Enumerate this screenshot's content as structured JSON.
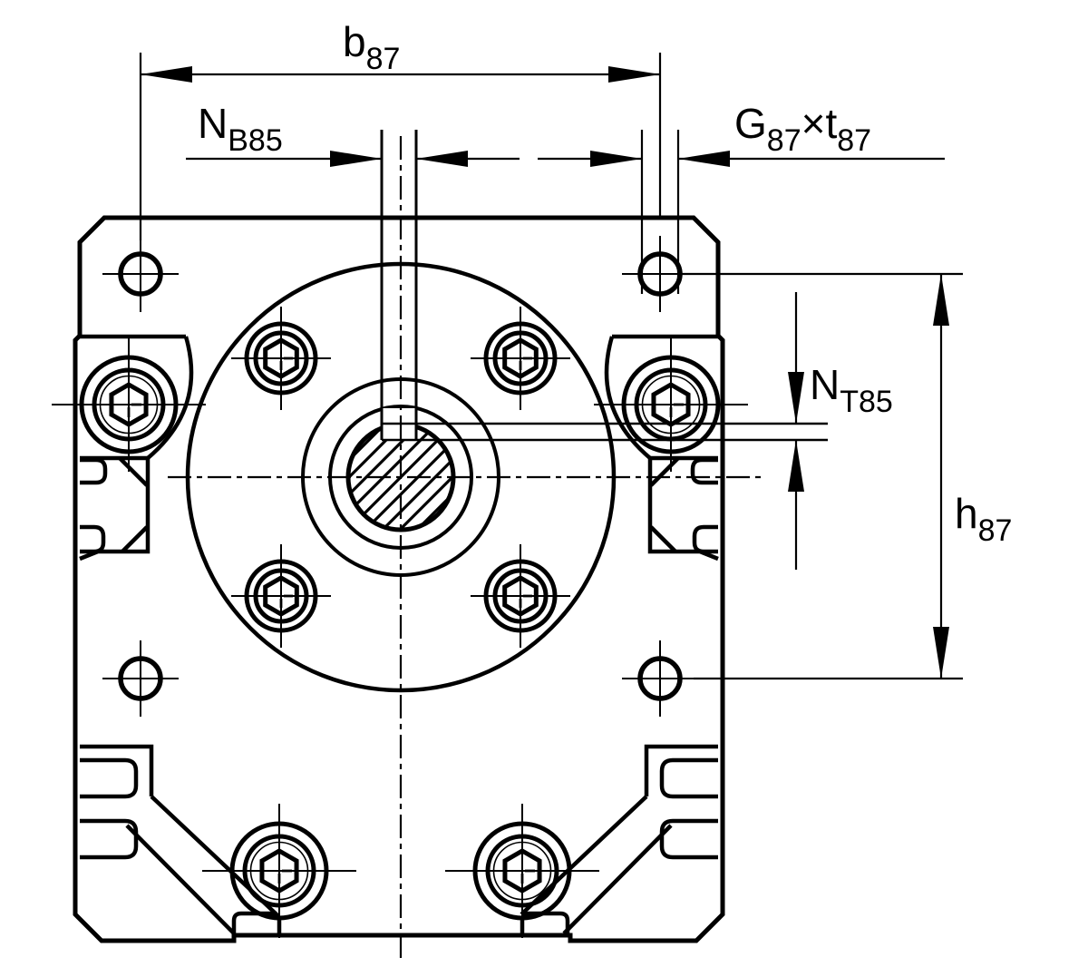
{
  "figure": {
    "type": "technical-dimension-drawing",
    "view": "front-view-of-flanged-drive-housing",
    "background_color": "#ffffff",
    "line_color": "#000000"
  },
  "dimensions": {
    "b87": {
      "base": "b",
      "sub": "87",
      "meaning": "horizontal-hole-spacing"
    },
    "nb85": {
      "base": "N",
      "sub": "B85",
      "meaning": "keyway-width"
    },
    "g87": {
      "base": "G",
      "sub": "87"
    },
    "times": "×",
    "t87": {
      "base": "t",
      "sub": "87"
    },
    "nt85": {
      "base": "N",
      "sub": "T85",
      "meaning": "keyway-depth"
    },
    "h87": {
      "base": "h",
      "sub": "87",
      "meaning": "vertical-hole-spacing"
    }
  }
}
